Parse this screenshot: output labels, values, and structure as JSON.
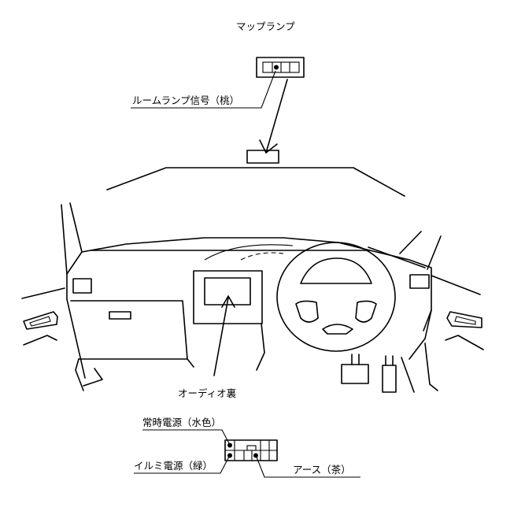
{
  "labels": {
    "map_lamp": "マップランプ",
    "room_lamp_signal": "ルームランプ信号（桃）",
    "audio_back": "オーディオ裏",
    "constant_power": "常時電源（水色）",
    "illumination_power": "イルミ電源（緑）",
    "ground": "アース（茶）"
  }
}
